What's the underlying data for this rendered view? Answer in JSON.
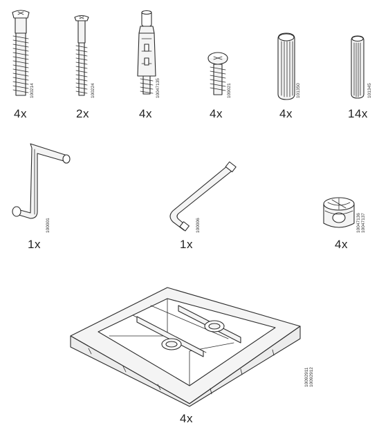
{
  "parts": [
    {
      "id": "p1",
      "icon": "long-screw-icon",
      "code": "100214",
      "qty": "4x"
    },
    {
      "id": "p2",
      "icon": "slim-screw-icon",
      "code": "100224",
      "qty": "2x"
    },
    {
      "id": "p3",
      "icon": "cam-bolt-icon",
      "code": "10047135",
      "qty": "4x"
    },
    {
      "id": "p4",
      "icon": "short-screw-icon",
      "code": "109021",
      "qty": "4x"
    },
    {
      "id": "p5",
      "icon": "thick-dowel-icon",
      "code": "101350",
      "qty": "4x"
    },
    {
      "id": "p6",
      "icon": "thin-dowel-icon",
      "code": "101345",
      "qty": "14x"
    },
    {
      "id": "p7",
      "icon": "crank-wrench-icon",
      "code": "100001",
      "qty": "1x"
    },
    {
      "id": "p8",
      "icon": "allen-key-icon",
      "code": "100006",
      "qty": "1x"
    },
    {
      "id": "p9",
      "icon": "cam-lock-icon",
      "code": "10047136\n10047137",
      "qty": "4x"
    },
    {
      "id": "p10",
      "icon": "square-foot-base-icon",
      "code": "10092911\n10092912",
      "qty": "4x"
    }
  ]
}
